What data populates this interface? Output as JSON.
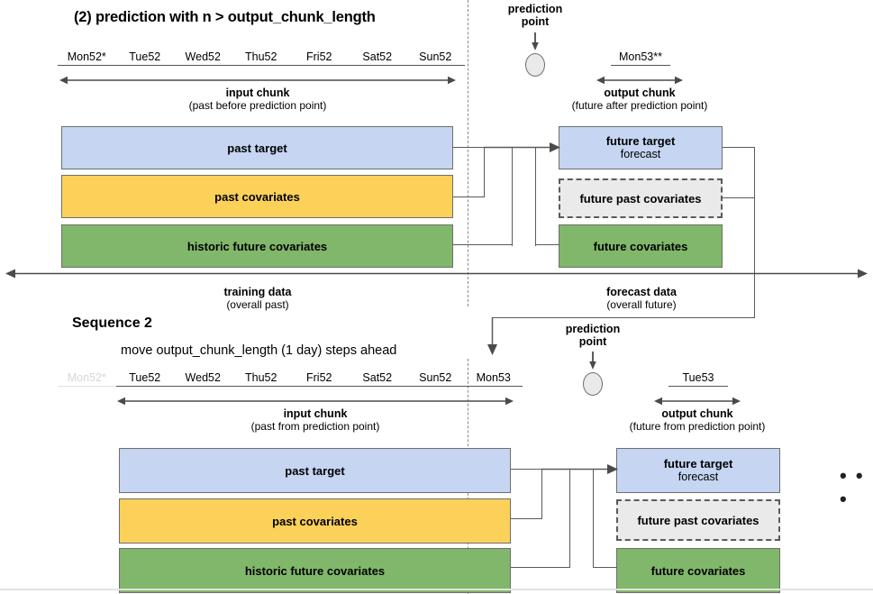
{
  "diagram": {
    "title": "(2) prediction with n > output_chunk_length",
    "ellipsis": "• • •"
  },
  "sequence1": {
    "input_days": [
      "Mon52*",
      "Tue52",
      "Wed52",
      "Thu52",
      "Fri52",
      "Sat52",
      "Sun52"
    ],
    "output_days": [
      "Mon53**"
    ],
    "prediction_point_label_line1": "prediction",
    "prediction_point_label_line2": "point",
    "input_chunk": {
      "label": "input chunk",
      "sub": "(past before prediction point)"
    },
    "output_chunk": {
      "label": "output chunk",
      "sub": "(future after prediction point)"
    },
    "past_boxes": [
      {
        "label": "past target",
        "sub": "",
        "color": "blue"
      },
      {
        "label": "past covariates",
        "sub": "",
        "color": "yellow"
      },
      {
        "label": "historic future covariates",
        "sub": "",
        "color": "green"
      }
    ],
    "future_boxes": [
      {
        "label": "future target",
        "sub": "forecast",
        "color": "blue"
      },
      {
        "label": "future past covariates",
        "sub": "",
        "color": "dashed"
      },
      {
        "label": "future covariates",
        "sub": "",
        "color": "green"
      }
    ]
  },
  "timeline": {
    "training": {
      "label": "training data",
      "sub": "(overall past)"
    },
    "forecast": {
      "label": "forecast data",
      "sub": "(overall future)"
    }
  },
  "sequence2": {
    "heading": "Sequence 2",
    "subheading": "move output_chunk_length (1 day) steps ahead",
    "input_days": [
      "Mon52*",
      "Tue52",
      "Wed52",
      "Thu52",
      "Fri52",
      "Sat52",
      "Sun52",
      "Mon53"
    ],
    "output_days": [
      "Tue53"
    ],
    "prediction_point_label_line1": "prediction",
    "prediction_point_label_line2": "point",
    "input_chunk": {
      "label": "input chunk",
      "sub": "(past from prediction point)"
    },
    "output_chunk": {
      "label": "output chunk",
      "sub": "(future from prediction point)"
    },
    "past_boxes": [
      {
        "label": "past target",
        "sub": "",
        "color": "blue"
      },
      {
        "label": "past covariates",
        "sub": "",
        "color": "yellow"
      },
      {
        "label": "historic future covariates",
        "sub": "",
        "color": "green"
      }
    ],
    "future_boxes": [
      {
        "label": "future target",
        "sub": "forecast",
        "color": "blue"
      },
      {
        "label": "future past covariates",
        "sub": "",
        "color": "dashed"
      },
      {
        "label": "future covariates",
        "sub": "",
        "color": "green"
      }
    ]
  },
  "colors": {
    "blue": "#c5d5f2",
    "yellow": "#fbd159",
    "green": "#81b76a",
    "dashed_fill": "#eaeaea",
    "stroke": "#6e6e6e",
    "line": "#5a5a5a"
  }
}
